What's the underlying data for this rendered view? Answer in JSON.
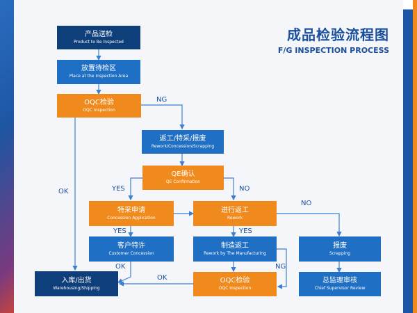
{
  "title": {
    "cn": "成品检验流程图",
    "en": "F/G INSPECTION PROCESS"
  },
  "nodes": {
    "product_to_inspect": {
      "cn": "产品送检",
      "en": "Product to Be Inspected"
    },
    "place_inspection_area": {
      "cn": "放置待检区",
      "en": "Place at the Inspection Area"
    },
    "oqc_inspection_1": {
      "cn": "OQC检验",
      "en": "OQC Inspection"
    },
    "rework_concession_scrapping": {
      "cn": "返工/特采/报废",
      "en": "Rework/Concession/Scrapping"
    },
    "qe_confirmation": {
      "cn": "QE确认",
      "en": "QE Confirmation"
    },
    "concession_application": {
      "cn": "特采申请",
      "en": "Concession Application"
    },
    "rework": {
      "cn": "进行返工",
      "en": "Rework"
    },
    "customer_concession": {
      "cn": "客户特许",
      "en": "Customer Concession"
    },
    "rework_by_manufacturing": {
      "cn": "制造返工",
      "en": "Rework by The Manufacturing"
    },
    "scrapping": {
      "cn": "报废",
      "en": "Scrapping"
    },
    "warehousing_shipping": {
      "cn": "入库/出货",
      "en": "Warehousing/Shipping"
    },
    "oqc_inspection_2": {
      "cn": "OQC检验",
      "en": "OQC Inspection"
    },
    "chief_supervisor_review": {
      "cn": "总监理审核",
      "en": "Chief Supervisor Review"
    }
  },
  "labels": {
    "ng_1": "NG",
    "ok_1": "OK",
    "yes_1": "YES",
    "no_1": "NO",
    "no_2": "NO",
    "yes_2": "YES",
    "yes_3": "YES",
    "ng_2": "NG",
    "ok_2": "OK",
    "ok_3": "OK"
  },
  "colors": {
    "navy": "#0f3f7a",
    "blue": "#1f6fc4",
    "orange": "#f08a1c",
    "line": "#3d7fd0"
  }
}
